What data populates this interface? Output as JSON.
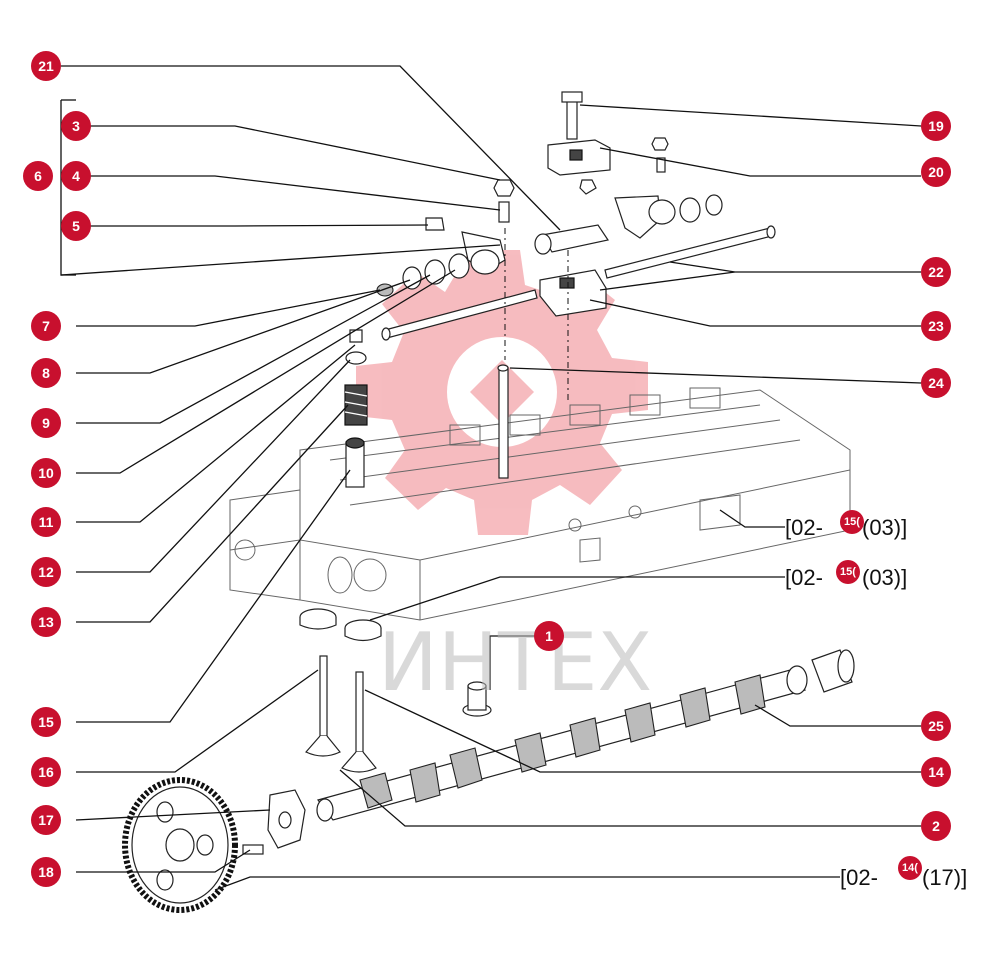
{
  "watermark": {
    "text": "ИНТЕХ"
  },
  "colors": {
    "callout": "#c8102e",
    "watermark_gear": "#f2a5a5",
    "lines": "#111111"
  },
  "callouts": {
    "p21": "21",
    "p3": "3",
    "p4": "4",
    "p6": "6",
    "p5": "5",
    "p7": "7",
    "p8": "8",
    "p9": "9",
    "p10": "10",
    "p11": "11",
    "p12": "12",
    "p13": "13",
    "p15": "15",
    "p16": "16",
    "p17": "17",
    "p18": "18",
    "p19": "19",
    "p20": "20",
    "p22": "22",
    "p23": "23",
    "p24": "24",
    "p1": "1",
    "p25": "25",
    "p14": "14",
    "p2": "2"
  },
  "references": [
    {
      "prefix": "[02-",
      "badge": "15(",
      "suffix": "(03)]"
    },
    {
      "prefix": "[02-",
      "badge": "15(",
      "suffix": "(03)]"
    },
    {
      "prefix": "[02-",
      "badge": "14(",
      "suffix": "(17)]"
    }
  ]
}
